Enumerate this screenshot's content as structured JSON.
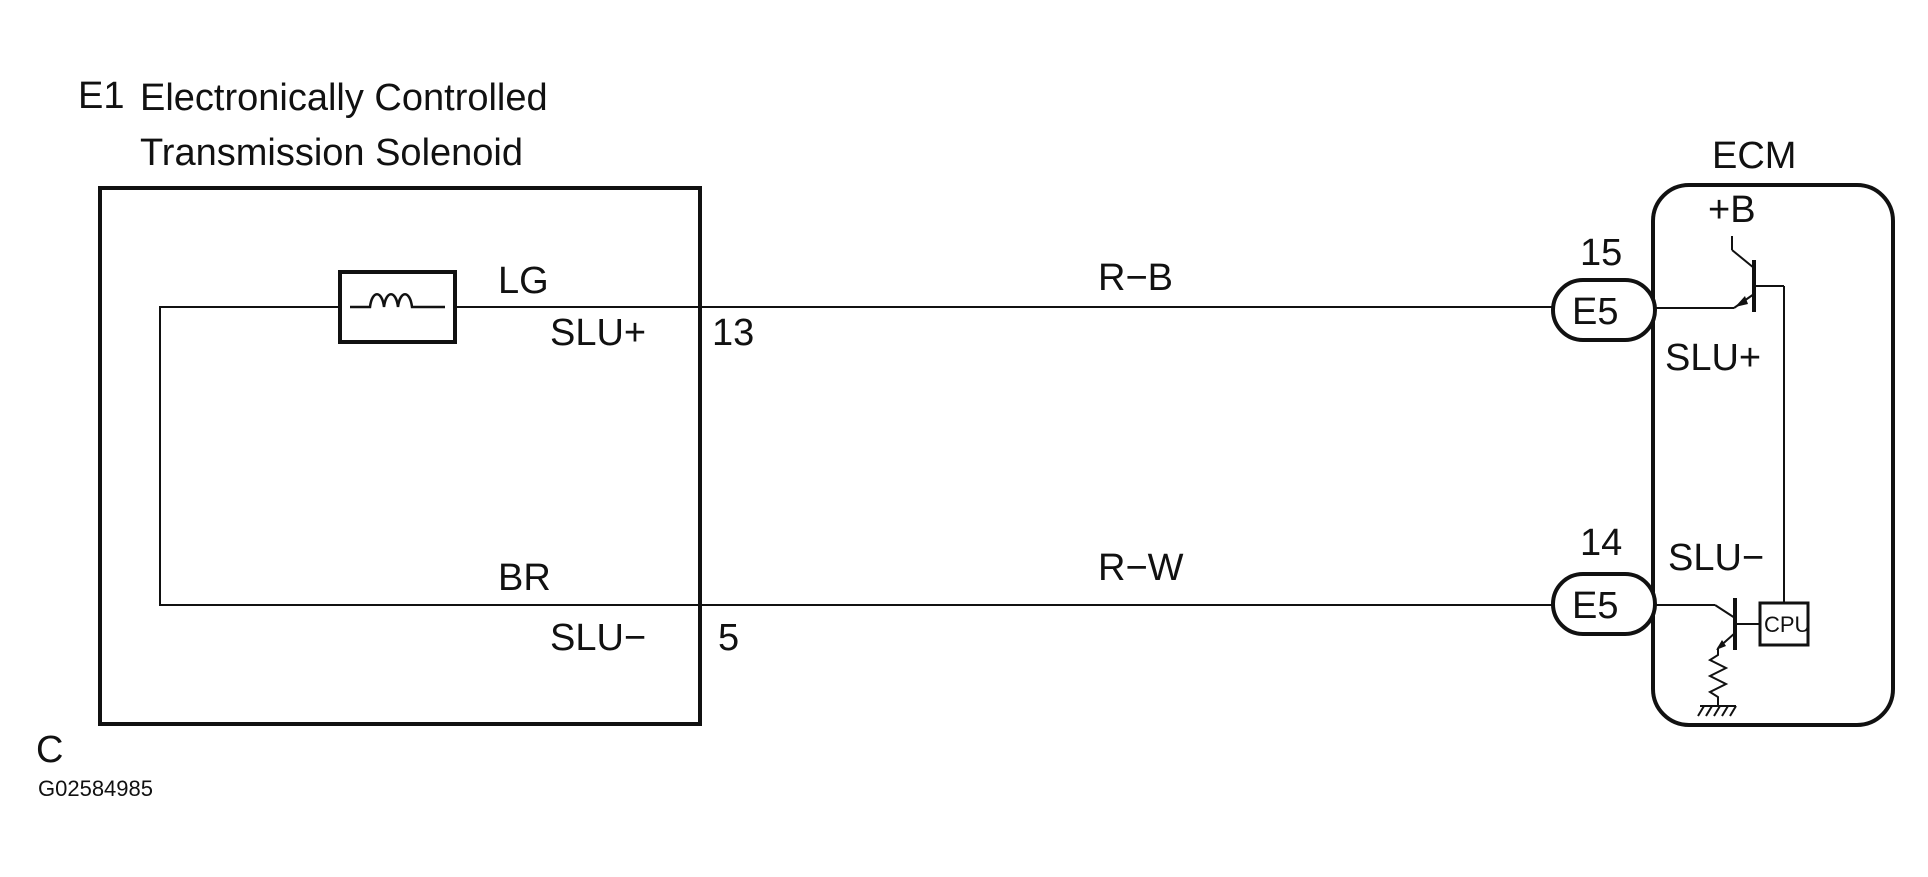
{
  "component": {
    "id": "E1",
    "title_line1": "Electronically Controlled",
    "title_line2": "Transmission Solenoid",
    "coil_wire_color": "LG",
    "return_wire_color": "BR",
    "pin_plus_label": "SLU+",
    "pin_plus_number": "13",
    "pin_minus_label": "SLU−",
    "pin_minus_number": "5",
    "connector_letter": "C"
  },
  "wires": {
    "upper": "R−B",
    "lower": "R−W"
  },
  "ecm": {
    "title": "ECM",
    "supply_label": "+B",
    "connector_upper": "E5",
    "connector_lower": "E5",
    "pin_upper": "15",
    "pin_lower": "14",
    "slu_plus": "SLU+",
    "slu_minus": "SLU−",
    "cpu_label": "CPU"
  },
  "figure_code": "G02584985"
}
